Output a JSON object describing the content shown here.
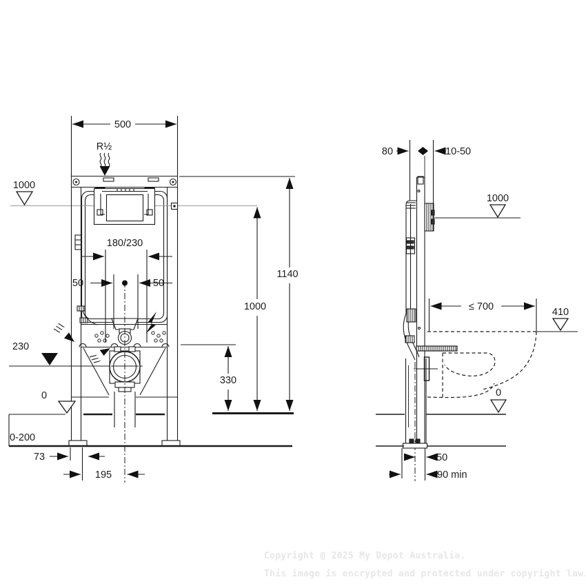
{
  "front": {
    "dim_width": "500",
    "supply": "R½",
    "datum_top": "1000",
    "dim_rough_in": "180/230",
    "dim_50_left": "50",
    "dim_50_right": "50",
    "dim_total_height": "1140",
    "dim_height_1000": "1000",
    "dim_height_330": "330",
    "datum_outlet": "230",
    "datum_floor": "0",
    "floor_range": "0-200",
    "dim_73": "73",
    "dim_195": "195"
  },
  "side": {
    "dim_depth": "80",
    "dim_wall_finish": "10-50",
    "datum_top": "1000",
    "dim_pan_length": "≤ 700",
    "dim_pan_height": "410",
    "datum_floor": "0",
    "dim_50": "50",
    "dim_90": "90 min"
  },
  "watermark": {
    "line1": "Copyright @ 2025 My Depot Australia.",
    "line2": "This image is encrypted and protected under copyright law."
  }
}
